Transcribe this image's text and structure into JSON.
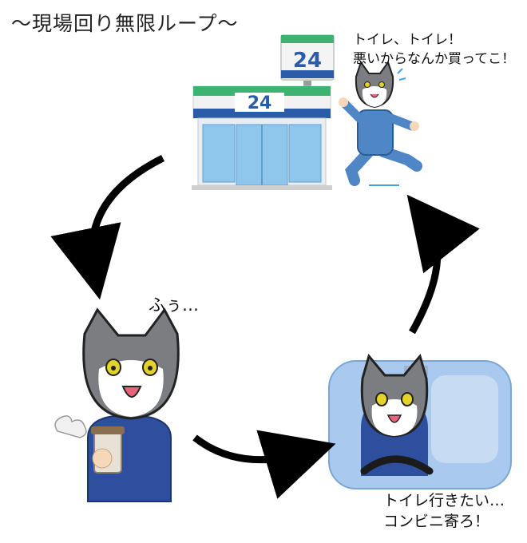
{
  "title": "〜現場回り無限ループ〜",
  "store": {
    "sign": "24",
    "pole_sign": "24"
  },
  "speech": {
    "running_cat": {
      "line1": "トイレ、トイレ！",
      "line2": "悪いからなんか買ってこ！"
    },
    "resting_cat": "ふぅ…",
    "driving_cat": {
      "line1": "トイレ行きたい…",
      "line2": "コンビニ寄ろ！"
    }
  },
  "colors": {
    "store_green": "#3cb371",
    "store_blue": "#2a5caa",
    "window_blue": "#8fc7ec",
    "uniform_blue": "#4f86c6",
    "jacket_navy": "#2d4f9e",
    "car_window": "#a9c9ee",
    "cat_gray": "#7b7d80",
    "arrow": "#000000"
  }
}
